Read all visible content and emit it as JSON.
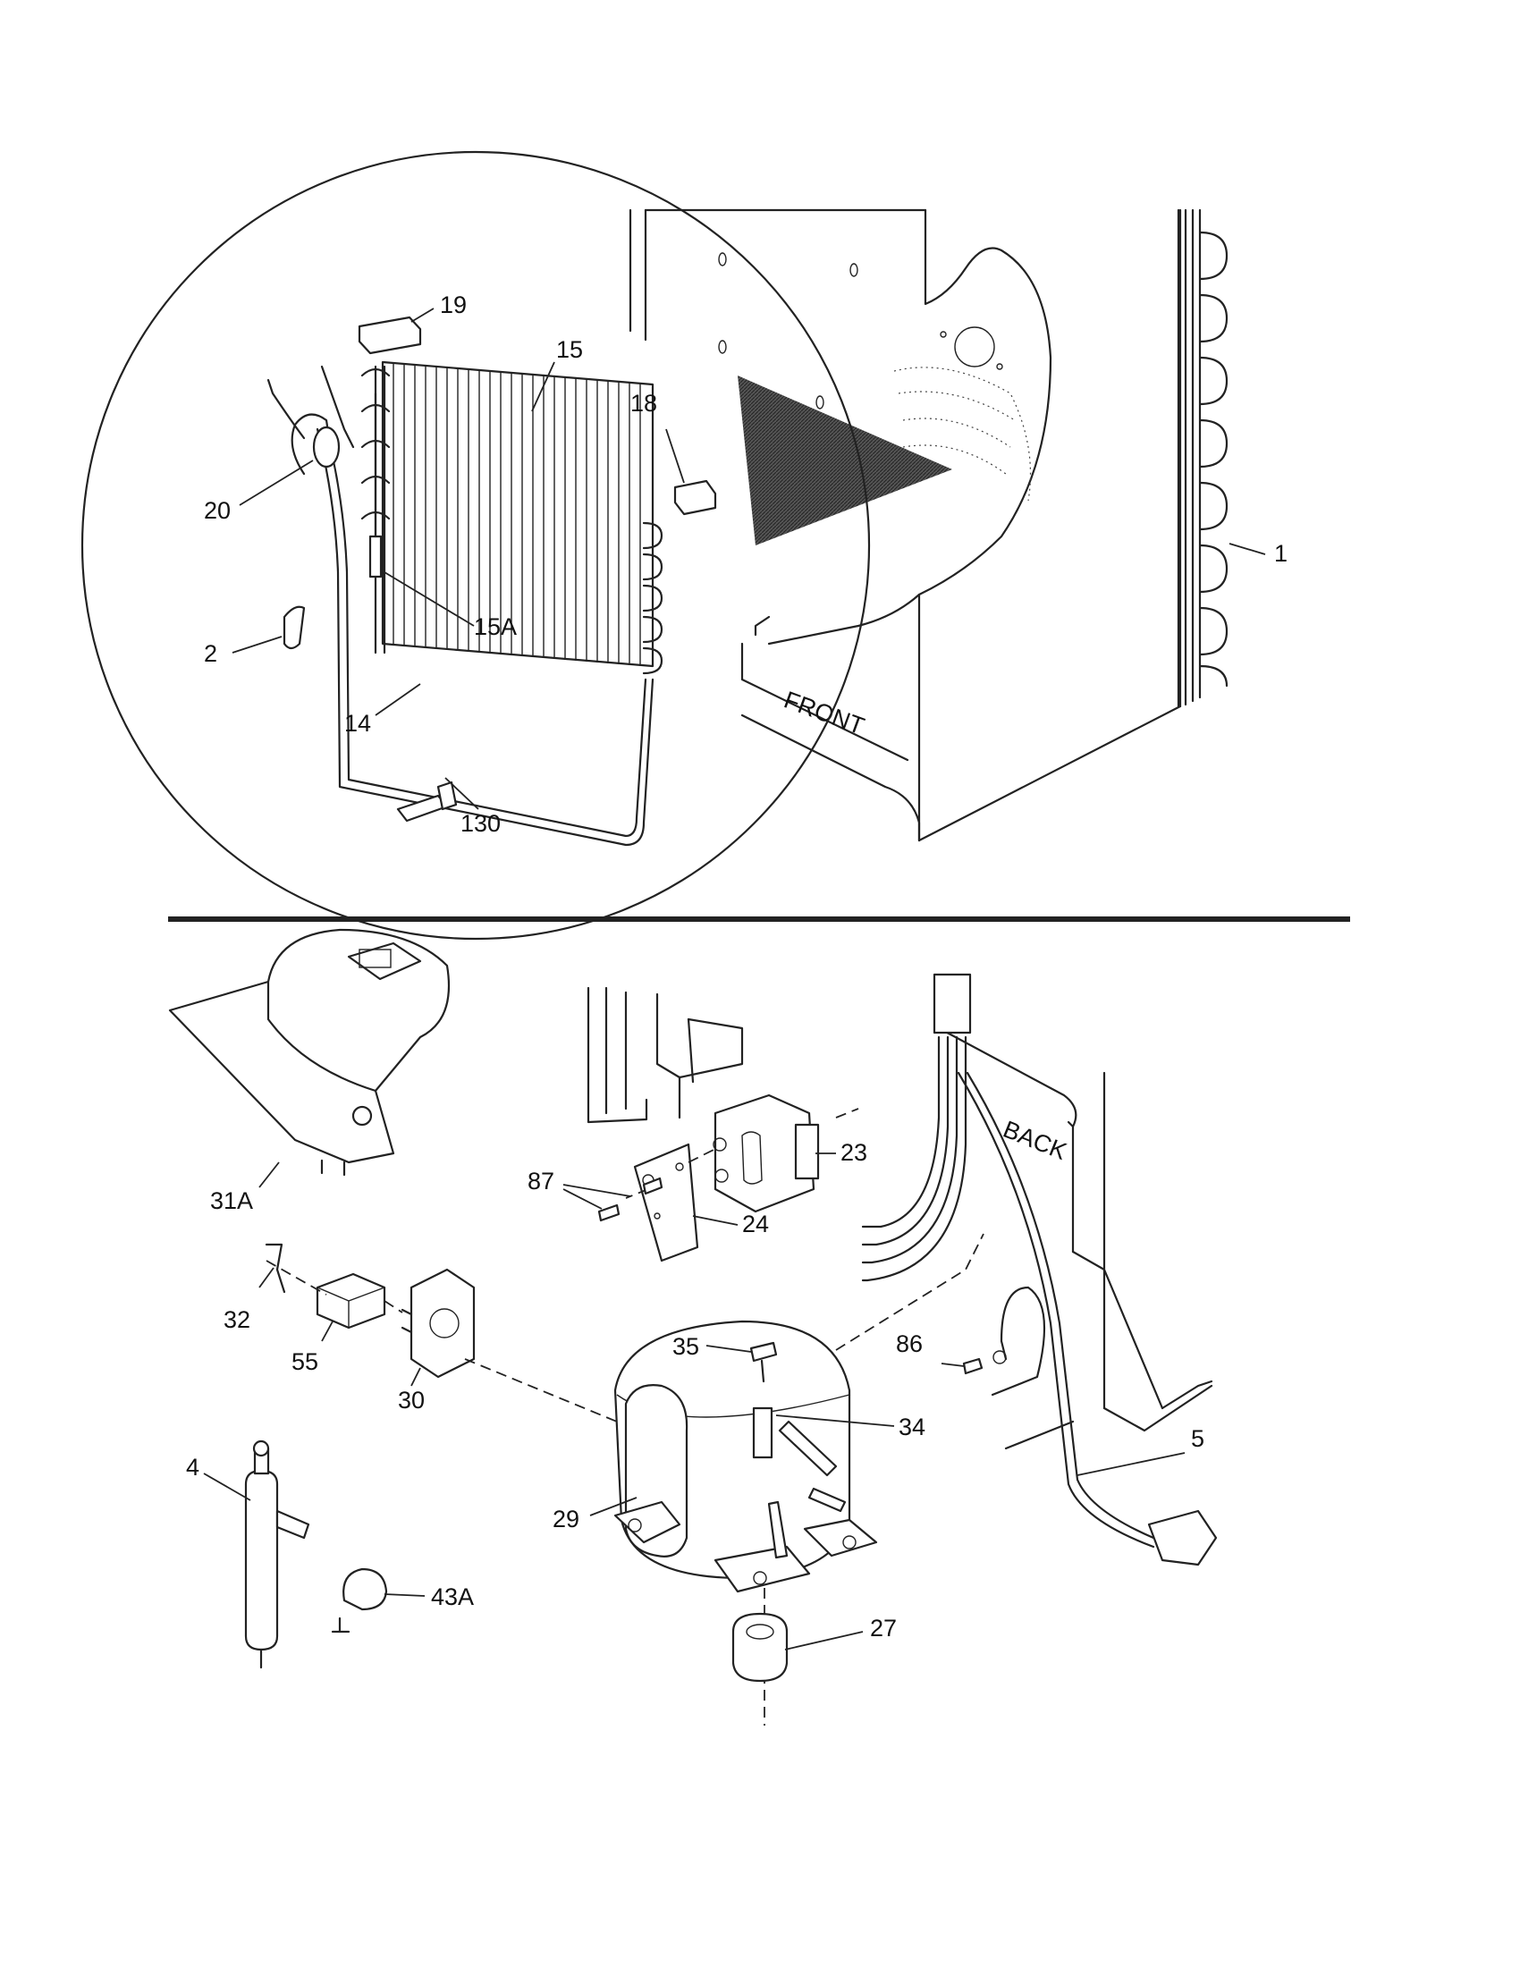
{
  "labels": {
    "front": "FRONT",
    "back": "BACK"
  },
  "callouts": [
    {
      "id": "19",
      "text": "19"
    },
    {
      "id": "15",
      "text": "15"
    },
    {
      "id": "18",
      "text": "18"
    },
    {
      "id": "20",
      "text": "20"
    },
    {
      "id": "15A",
      "text": "15A"
    },
    {
      "id": "2",
      "text": "2"
    },
    {
      "id": "14",
      "text": "14"
    },
    {
      "id": "130",
      "text": "130"
    },
    {
      "id": "1",
      "text": "1"
    },
    {
      "id": "31A",
      "text": "31A"
    },
    {
      "id": "87",
      "text": "87"
    },
    {
      "id": "23",
      "text": "23"
    },
    {
      "id": "24",
      "text": "24"
    },
    {
      "id": "32",
      "text": "32"
    },
    {
      "id": "55",
      "text": "55"
    },
    {
      "id": "30",
      "text": "30"
    },
    {
      "id": "35",
      "text": "35"
    },
    {
      "id": "86",
      "text": "86"
    },
    {
      "id": "34",
      "text": "34"
    },
    {
      "id": "5",
      "text": "5"
    },
    {
      "id": "4",
      "text": "4"
    },
    {
      "id": "29",
      "text": "29"
    },
    {
      "id": "43A",
      "text": "43A"
    },
    {
      "id": "27",
      "text": "27"
    }
  ]
}
